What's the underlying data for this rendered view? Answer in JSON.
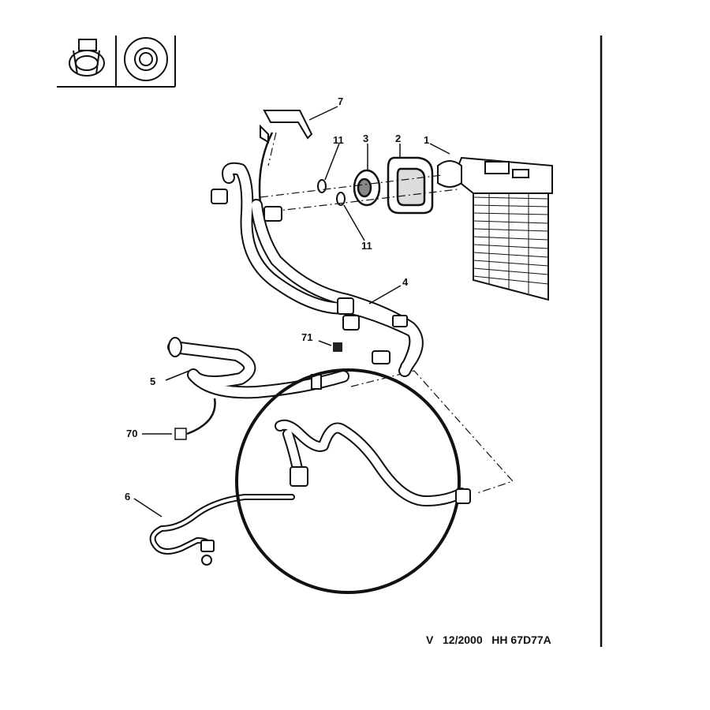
{
  "callouts": {
    "c1": "1",
    "c2": "2",
    "c3": "3",
    "c4": "4",
    "c5": "5",
    "c6": "6",
    "c7": "7",
    "c11a": "11",
    "c11b": "11",
    "c70": "70",
    "c71": "71"
  },
  "footer": {
    "version": "V",
    "date": "12/2000",
    "reference": "HH 67D77A"
  },
  "legend_icons": [
    "hose-clamp-icon",
    "grommet-ring-icon"
  ]
}
